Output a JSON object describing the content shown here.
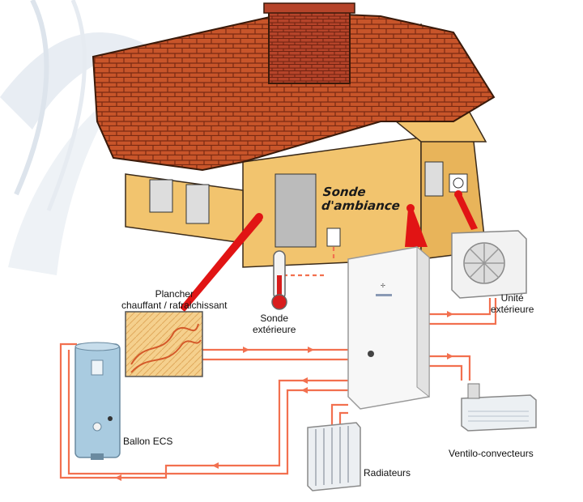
{
  "labels": {
    "sonde_ambiance_line1": "Sonde",
    "sonde_ambiance_line2": "d'ambiance",
    "plancher_line1": "Plancher",
    "plancher_line2": "chauffant / rafraichissant",
    "sonde_exterieure_line1": "Sonde",
    "sonde_exterieure_line2": "extérieure",
    "unite_line1": "Unité",
    "unite_line2": "extérieure",
    "ballon": "Ballon ECS",
    "ventilo": "Ventilo-convecteurs",
    "radiateurs": "Radiateurs"
  },
  "colors": {
    "background": "#ffffff",
    "roof": "#c8552a",
    "wall": "#f2c46e",
    "chimney": "#b6442a",
    "pipe": "#f2704f",
    "pointer": "#e11414"
  }
}
